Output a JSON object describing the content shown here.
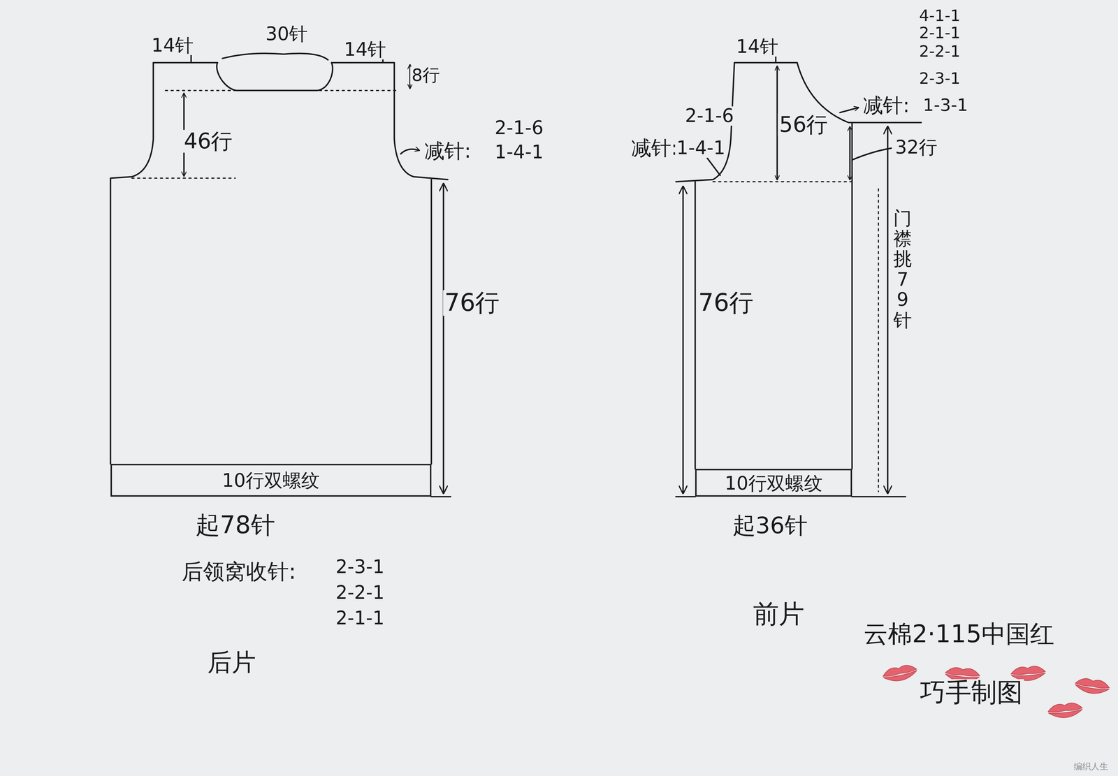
{
  "diagram": {
    "nodes": [
      {
        "text": [
          "10行双螺纹"
        ]
      },
      {
        "text": [
          "10行双螺纹"
        ]
      }
    ],
    "labels": [
      "14针",
      "30针",
      "14针",
      "8行",
      "46行",
      "2-1-6",
      "减针:",
      "1-4-1",
      "76行",
      "起78针",
      "后领窝收针:",
      "2-3-1",
      "2-2-1",
      "2-1-1",
      "后片",
      "4-1-1",
      "2-1-1",
      "2-2-1",
      "2-3-1",
      "减针:",
      "1-3-1",
      "14针",
      "2-1-6",
      "减针:",
      "1-4-1",
      "56行",
      "32行",
      "门襟挑79针",
      "76行",
      "起36针",
      "前片",
      "云棉2·115中国红",
      "巧手制图",
      "编织人生"
    ]
  }
}
